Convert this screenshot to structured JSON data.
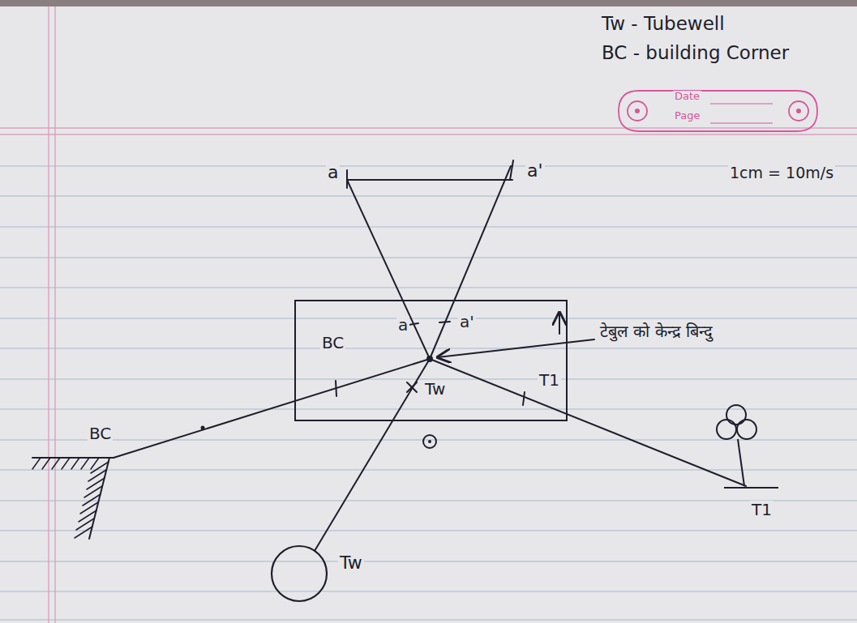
{
  "diagram": {
    "nodes": [
      {
        "text": [
          "Date",
          "Page"
        ]
      },
      {
        "text": [
          "a",
          "a'",
          "BC",
          "Tw",
          "T1"
        ]
      },
      {
        "text": [
          "Tw"
        ]
      }
    ],
    "labels": [
      "Tw - Tubewell",
      "BC - building Corner",
      "1cm = 10m/s",
      "a",
      "a'",
      "टेबुल को केन्द्र बिन्दु",
      "BC",
      "T1"
    ]
  }
}
